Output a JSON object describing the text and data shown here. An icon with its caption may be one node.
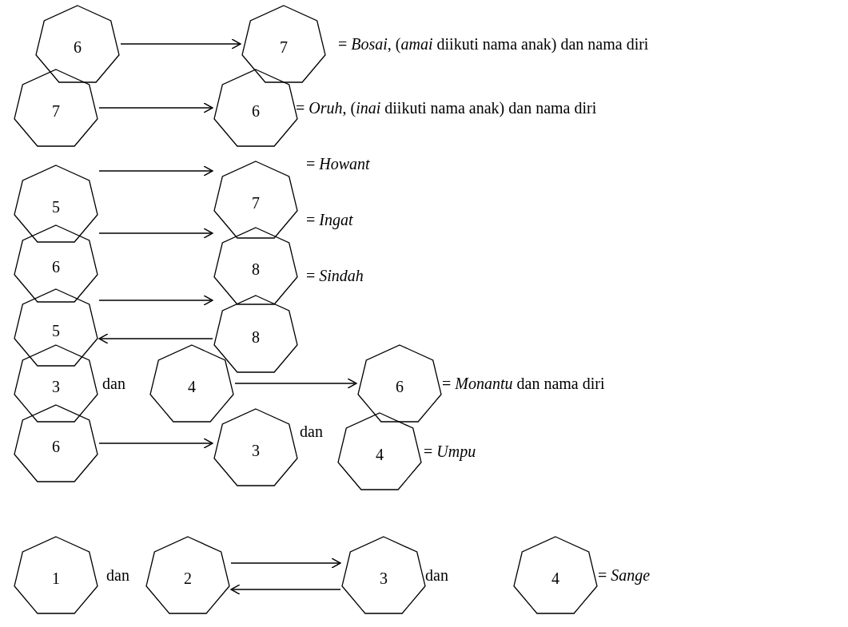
{
  "diagram": {
    "nodes": [
      {
        "text": [
          "6"
        ]
      },
      {
        "text": [
          "7"
        ]
      },
      {
        "text": [
          "7"
        ]
      },
      {
        "text": [
          "6"
        ]
      },
      {
        "text": [
          "5"
        ]
      },
      {
        "text": [
          "7"
        ]
      },
      {
        "text": [
          "6"
        ]
      },
      {
        "text": [
          "8"
        ]
      },
      {
        "text": [
          "5"
        ]
      },
      {
        "text": [
          "8"
        ]
      },
      {
        "text": [
          "3"
        ]
      },
      {
        "text": [
          "4"
        ]
      },
      {
        "text": [
          "6"
        ]
      },
      {
        "text": [
          "6"
        ]
      },
      {
        "text": [
          "3"
        ]
      },
      {
        "text": [
          "4"
        ]
      },
      {
        "text": [
          "1"
        ]
      },
      {
        "text": [
          "2"
        ]
      },
      {
        "text": [
          "3"
        ]
      },
      {
        "text": [
          "4"
        ]
      }
    ],
    "edges": [
      {
        "from": 0,
        "to": 1,
        "arrow": "to"
      },
      {
        "from": 2,
        "to": 3,
        "arrow": "to"
      },
      {
        "from": 4,
        "to": 5,
        "arrow": "to"
      },
      {
        "from": 6,
        "to": 7,
        "arrow": "to"
      },
      {
        "from": 8,
        "to": 9,
        "arrow": "to"
      },
      {
        "from": 9,
        "to": 8,
        "arrow": "to"
      },
      {
        "from": 11,
        "to": 12,
        "arrow": "to"
      },
      {
        "from": 13,
        "to": 14,
        "arrow": "to"
      },
      {
        "from": 17,
        "to": 18,
        "arrow": "to"
      },
      {
        "from": 18,
        "to": 17,
        "arrow": "to"
      }
    ],
    "labels": [
      "= *Bosai*, (*amai* diikuti nama anak) dan nama diri",
      "= *Oruh*, (*inai* diikuti nama anak) dan nama diri",
      "= *Howant*",
      "= *Ingat*",
      "= *Sindah*",
      "dan",
      "= *Monantu* dan nama diri",
      "dan",
      "= *Umpu*",
      "dan",
      "dan",
      "= *Sange*"
    ]
  }
}
